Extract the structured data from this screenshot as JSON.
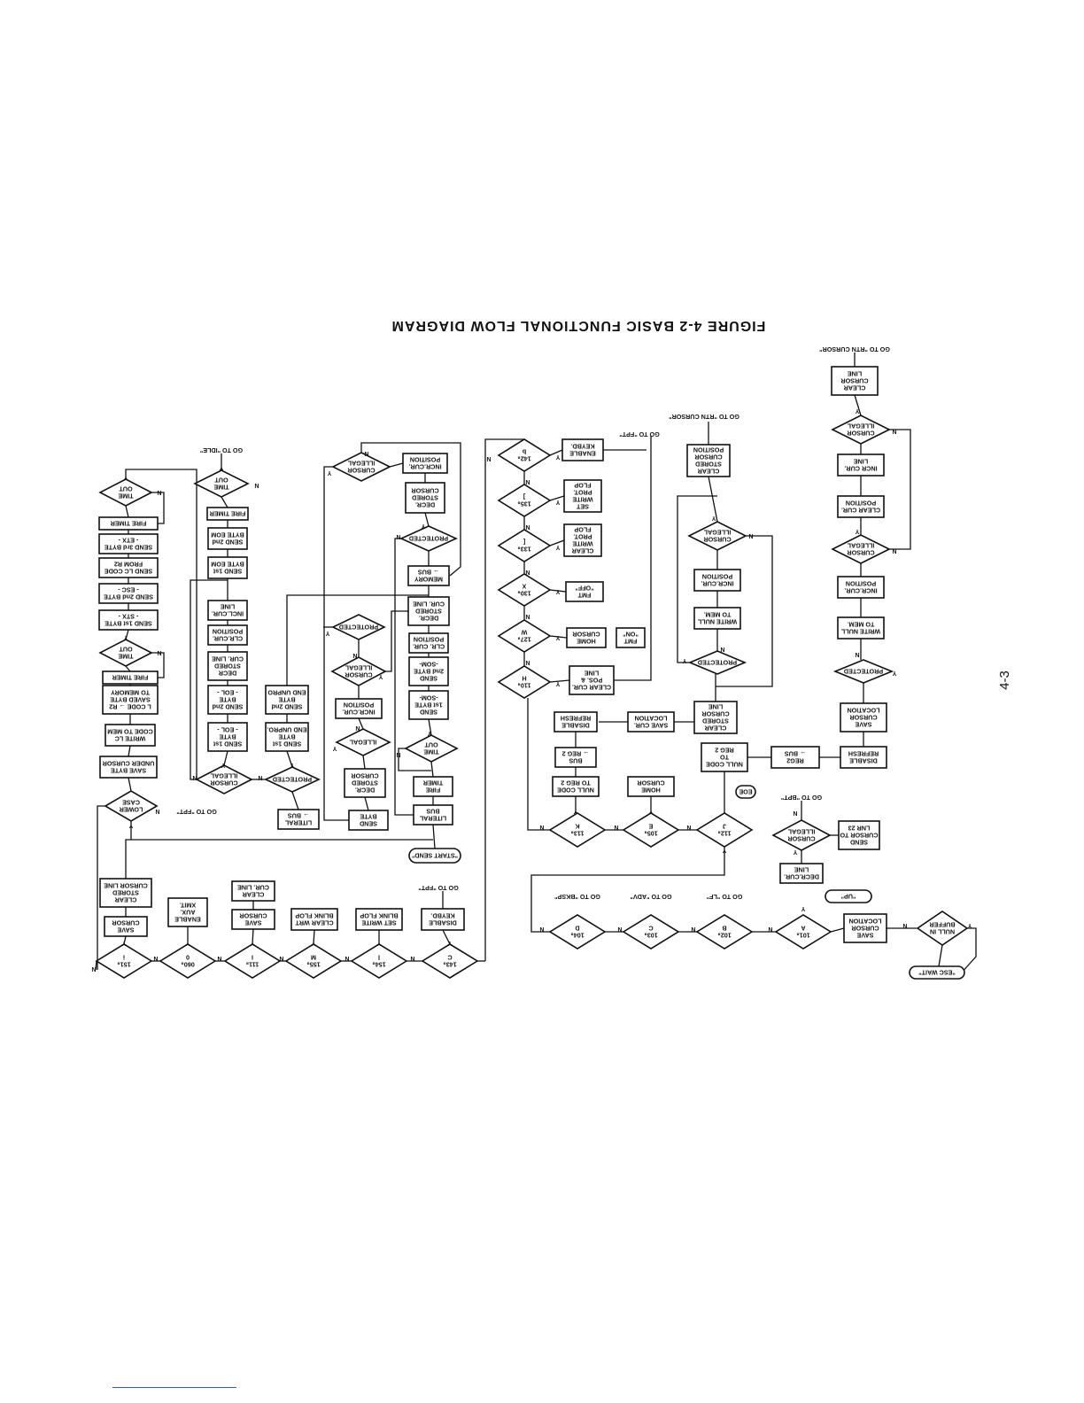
{
  "page": {
    "title": "FIGURE 4-2   BASIC FUNCTIONAL FLOW DIAGRAM",
    "page_number": "4-3"
  },
  "terminals": [
    {
      "id": "esc-wait",
      "text": "\"ESC WAIT\""
    },
    {
      "id": "up",
      "text": "\"UP\""
    },
    {
      "id": "start-send",
      "text": "\"START SEND\""
    },
    {
      "id": "eoe",
      "text": "EOE"
    }
  ],
  "goto": [
    {
      "id": "goto-rtn-cursor-1",
      "text": "GO TO \"RTN CURSOR\""
    },
    {
      "id": "goto-rtn-cursor-2",
      "text": "GO TO \"RTN CURSOR\""
    },
    {
      "id": "goto-fpt-1",
      "text": "GO TO \"FPT\""
    },
    {
      "id": "goto-bpt",
      "text": "GO TO \"BPT\""
    },
    {
      "id": "goto-lf",
      "text": "GO TO \"LF\""
    },
    {
      "id": "goto-adv",
      "text": "GO TO \"ADV\""
    },
    {
      "id": "goto-bksp",
      "text": "GO TO \"BKSP\""
    },
    {
      "id": "goto-fpt-2",
      "text": "GO TO \"FPT\""
    },
    {
      "id": "goto-fpt-3",
      "text": "GO TO \"FPT\""
    },
    {
      "id": "goto-idle",
      "text": "GO TO \"IDLE\""
    }
  ],
  "decisions": [
    {
      "id": "d-null-buffer",
      "lines": [
        "NULL IN",
        "BUFFER"
      ]
    },
    {
      "id": "d-101",
      "lines": [
        "101₈",
        "A"
      ]
    },
    {
      "id": "d-102",
      "lines": [
        "102₈",
        "B"
      ]
    },
    {
      "id": "d-103",
      "lines": [
        "103₈",
        "C"
      ]
    },
    {
      "id": "d-104",
      "lines": [
        "104₈",
        "D"
      ]
    },
    {
      "id": "d-112",
      "lines": [
        "112₈",
        "J"
      ]
    },
    {
      "id": "d-105",
      "lines": [
        "105₈",
        "E"
      ]
    },
    {
      "id": "d-113",
      "lines": [
        "113₈",
        "K"
      ]
    },
    {
      "id": "d-cursor-illegal-up",
      "lines": [
        "CURSOR",
        "ILLEGAL"
      ]
    },
    {
      "id": "d-protected-r1",
      "lines": [
        "PROTECTED"
      ]
    },
    {
      "id": "d-cursor-illegal-r1a",
      "lines": [
        "CURSOR",
        "ILLEGAL"
      ]
    },
    {
      "id": "d-cursor-illegal-r1b",
      "lines": [
        "CURSOR",
        "ILLEGAL"
      ]
    },
    {
      "id": "d-protected-r2",
      "lines": [
        "PROTECTED"
      ]
    },
    {
      "id": "d-cursor-illegal-r2",
      "lines": [
        "CURSOR",
        "ILLEGAL"
      ]
    },
    {
      "id": "d-110",
      "lines": [
        "110₈",
        "H"
      ]
    },
    {
      "id": "d-127",
      "lines": [
        "127₈",
        "W"
      ]
    },
    {
      "id": "d-130",
      "lines": [
        "130₈",
        "X"
      ]
    },
    {
      "id": "d-133",
      "lines": [
        "133₈",
        "["
      ]
    },
    {
      "id": "d-135",
      "lines": [
        "135₈",
        "]"
      ]
    },
    {
      "id": "d-142",
      "lines": [
        "142₈",
        "b"
      ]
    },
    {
      "id": "d-143",
      "lines": [
        "143₈",
        "C"
      ]
    },
    {
      "id": "d-154",
      "lines": [
        "154₈",
        "l"
      ]
    },
    {
      "id": "d-155",
      "lines": [
        "155₈",
        "M"
      ]
    },
    {
      "id": "d-111",
      "lines": [
        "111₈",
        "I"
      ]
    },
    {
      "id": "d-060",
      "lines": [
        "060₈",
        "0"
      ]
    },
    {
      "id": "d-151",
      "lines": [
        "151₈",
        "i"
      ]
    },
    {
      "id": "d-time-out-send",
      "lines": [
        "TIME",
        "OUT"
      ]
    },
    {
      "id": "d-protected-send",
      "lines": [
        "PROTECTED"
      ]
    },
    {
      "id": "d-cursor-illegal-send",
      "lines": [
        "CURSOR",
        "ILLEGAL"
      ]
    },
    {
      "id": "d-illegal-m1",
      "lines": [
        "ILLEGAL"
      ]
    },
    {
      "id": "d-cursor-illegal-m2",
      "lines": [
        "CURSOR",
        "ILLEGAL"
      ]
    },
    {
      "id": "d-protected-m3",
      "lines": [
        "PROTECTED"
      ]
    },
    {
      "id": "d-protected-m4",
      "lines": [
        "PROTECTED"
      ]
    },
    {
      "id": "d-cursor-illegal-m5",
      "lines": [
        "CURSOR",
        "ILLEGAL"
      ]
    },
    {
      "id": "d-time-out-m6",
      "lines": [
        "TIME",
        "OUT"
      ]
    },
    {
      "id": "d-lower-case",
      "lines": [
        "LOWER",
        "CASE"
      ]
    },
    {
      "id": "d-time-out-l1",
      "lines": [
        "TIME",
        "OUT"
      ]
    },
    {
      "id": "d-time-out-l2",
      "lines": [
        "TIME",
        "OUT"
      ]
    }
  ],
  "processes": [
    {
      "id": "p-save-cursor-location",
      "lines": [
        "SAVE",
        "CURSOR",
        "LOCATION"
      ]
    },
    {
      "id": "p-decr-cur-line",
      "lines": [
        "DECR.CUR.",
        "LINE"
      ]
    },
    {
      "id": "p-send-cursor-lnr23",
      "lines": [
        "SEND",
        "CURSOR TO",
        "LNR 23"
      ]
    },
    {
      "id": "p-home-cursor",
      "lines": [
        "HOME",
        "CURSOR"
      ]
    },
    {
      "id": "p-null-code-reg2-a",
      "lines": [
        "NULL CODE",
        "TO REG 2"
      ]
    },
    {
      "id": "p-bus-reg2",
      "lines": [
        "BUS",
        "→ REG 2"
      ]
    },
    {
      "id": "p-disable-refresh-a",
      "lines": [
        "DISABLE",
        "REFRESH"
      ]
    },
    {
      "id": "p-save-cur-location",
      "lines": [
        "SAVE CUR.",
        "LOCATION"
      ]
    },
    {
      "id": "p-clear-stored-cursor-line-a",
      "lines": [
        "CLEAR",
        "STORED",
        "CURSOR",
        "LINE"
      ]
    },
    {
      "id": "p-null-code-reg2-b",
      "lines": [
        "NULL CODE",
        "TO",
        "REG 2"
      ]
    },
    {
      "id": "p-reg2-bus",
      "lines": [
        "REG2",
        "→ BUS"
      ]
    },
    {
      "id": "p-disable-refresh-b",
      "lines": [
        "DISABLE",
        "REFRESH"
      ]
    },
    {
      "id": "p-save-cursor-location-b",
      "lines": [
        "SAVE",
        "CURSOR",
        "LOCATION"
      ]
    },
    {
      "id": "p-write-null-mem-a",
      "lines": [
        "WRITE NULL",
        "TO MEM."
      ]
    },
    {
      "id": "p-incr-cur-position-a",
      "lines": [
        "INCR.CUR.",
        "POSITION"
      ]
    },
    {
      "id": "p-clear-cur-position",
      "lines": [
        "CLEAR CUR.",
        "POSITION"
      ]
    },
    {
      "id": "p-incr-cur-line",
      "lines": [
        "INCR CUR.",
        "LINE"
      ]
    },
    {
      "id": "p-clear-cursor-line-top",
      "lines": [
        "CLEAR",
        "CURSOR",
        "LINE"
      ]
    },
    {
      "id": "p-write-null-mem-b",
      "lines": [
        "WRITE NULL",
        "TO MEM."
      ]
    },
    {
      "id": "p-incr-cur-position-b",
      "lines": [
        "INCR.CUR.",
        "POSITION"
      ]
    },
    {
      "id": "p-clear-stored-cursor-position",
      "lines": [
        "CLEAR",
        "STORED",
        "CURSOR",
        "POSITION"
      ]
    },
    {
      "id": "p-clear-cur-pos-line",
      "lines": [
        "CLEAR CUR.",
        "POS. &",
        "LINE"
      ]
    },
    {
      "id": "p-fmt-on",
      "lines": [
        "FMT",
        "\"ON\""
      ]
    },
    {
      "id": "p-home-cursor-b",
      "lines": [
        "HOME",
        "CURSOR"
      ]
    },
    {
      "id": "p-fmt-off",
      "lines": [
        "FMT",
        "\"OFF\""
      ]
    },
    {
      "id": "p-clear-write-prot-flop",
      "lines": [
        "CLEAR",
        "WRITE",
        "PROT.",
        "FLOP"
      ]
    },
    {
      "id": "p-set-write-prot-flop",
      "lines": [
        "SET",
        "WRITE",
        "PROT.",
        "FLOP"
      ]
    },
    {
      "id": "p-enable-keybd",
      "lines": [
        "ENABLE",
        "KEYBD."
      ]
    },
    {
      "id": "p-disable-keybd",
      "lines": [
        "DISABLE",
        "KEYBD."
      ]
    },
    {
      "id": "p-set-write-blink-flop",
      "lines": [
        "SET WRITE",
        "BLINK FLOP"
      ]
    },
    {
      "id": "p-clear-write-blink-flop",
      "lines": [
        "CLEAR WRT",
        "BLINK FLOP"
      ]
    },
    {
      "id": "p-save-cursor",
      "lines": [
        "SAVE",
        "CURSOR"
      ]
    },
    {
      "id": "p-clear-cur-line",
      "lines": [
        "CLEAR",
        "CUR. LINE"
      ]
    },
    {
      "id": "p-enable-aux-xmit",
      "lines": [
        "ENABLE",
        "AUX.",
        "XMIT."
      ]
    },
    {
      "id": "p-save-cursor-b",
      "lines": [
        "SAVE",
        "CURSOR"
      ]
    },
    {
      "id": "p-clear-stored-cursor-line-b",
      "lines": [
        "CLEAR",
        "STORED",
        "CURSOR LINE"
      ]
    },
    {
      "id": "p-literal-bus-a",
      "lines": [
        "LITERAL",
        "BUS"
      ]
    },
    {
      "id": "p-fire-timer-a",
      "lines": [
        "FIRE",
        "TIMER"
      ]
    },
    {
      "id": "p-send-1st-byte-som",
      "lines": [
        "SEND",
        "1st BYTE",
        "-SOM-"
      ]
    },
    {
      "id": "p-send-2nd-byte-som",
      "lines": [
        "SEND",
        "2nd BYTE",
        "-SOM-"
      ]
    },
    {
      "id": "p-clr-cur-position",
      "lines": [
        "CLR. CUR.",
        "POSITION"
      ]
    },
    {
      "id": "p-decr-stored-cur-line",
      "lines": [
        "DECR.",
        "STORED",
        "CUR. LINE"
      ]
    },
    {
      "id": "p-memory-bus",
      "lines": [
        "MEMORY",
        "→ BUS"
      ]
    },
    {
      "id": "p-decr-stored-cursor",
      "lines": [
        "DECR.",
        "STORED",
        "CURSOR"
      ]
    },
    {
      "id": "p-incr-cur-position-c",
      "lines": [
        "INCR.CUR.",
        "POSITION"
      ]
    },
    {
      "id": "p-send-byte",
      "lines": [
        "SEND",
        "BYTE"
      ]
    },
    {
      "id": "p-decr-stored-cursor-b",
      "lines": [
        "DECR.",
        "STORED",
        "CURSOR"
      ]
    },
    {
      "id": "p-incr-cur-position-d",
      "lines": [
        "INCR.CUR.",
        "POSITION"
      ]
    },
    {
      "id": "p-literal-bus-b",
      "lines": [
        "LITERAL",
        "→ BUS"
      ]
    },
    {
      "id": "p-send-1st-byte-end-unprot",
      "lines": [
        "SEND 1st",
        "BYTE",
        "END UNPRO."
      ]
    },
    {
      "id": "p-send-2nd-byte-end-unprot",
      "lines": [
        "SEND 2nd",
        "BYTE",
        "END UNPRO"
      ]
    },
    {
      "id": "p-send-1st-byte-eol",
      "lines": [
        "SEND 1st",
        "BYTE",
        "- EOL -"
      ]
    },
    {
      "id": "p-send-2nd-byte-eol",
      "lines": [
        "SEND 2nd",
        "BYTE",
        "- EOL -"
      ]
    },
    {
      "id": "p-decr-stored-cur-line-b",
      "lines": [
        "DECR",
        "STORED",
        "CUR. LINE"
      ]
    },
    {
      "id": "p-clr-cur-position-b",
      "lines": [
        "CLR.CUR.",
        "POSITION"
      ]
    },
    {
      "id": "p-incl-cur-line",
      "lines": [
        "INCL.CUR.",
        "LINE"
      ]
    },
    {
      "id": "p-send-1st-byte-eom",
      "lines": [
        "SEND 1st",
        "BYTE EOM"
      ]
    },
    {
      "id": "p-send-2nd-byte-eom",
      "lines": [
        "SEND 2nd",
        "BYTE EOM"
      ]
    },
    {
      "id": "p-fire-timer-b",
      "lines": [
        "FIRE TIMER"
      ]
    },
    {
      "id": "p-save-byte-under-cursor",
      "lines": [
        "SAVE BYTE",
        "UNDER CURSOR"
      ]
    },
    {
      "id": "p-write-lc-code-mem",
      "lines": [
        "WRITE LC",
        "CODE TO MEM"
      ]
    },
    {
      "id": "p-lcode-r2-saved-byte",
      "lines": [
        "L CODE → R2",
        "SAVED BYTE",
        "TO MEMORY"
      ]
    },
    {
      "id": "p-fire-timer-c",
      "lines": [
        "FIRE TIMER"
      ]
    },
    {
      "id": "p-send-1st-byte-stx",
      "lines": [
        "SEND 1st BYTE",
        "- STX -"
      ]
    },
    {
      "id": "p-send-2nd-byte-esc",
      "lines": [
        "SEND 2nd BYTE",
        "- ESC -"
      ]
    },
    {
      "id": "p-send-lc-code-r2",
      "lines": [
        "SEND LC CODE",
        "FROM R2"
      ]
    },
    {
      "id": "p-send-3rd-byte-etx",
      "lines": [
        "SEND 3rd BYTE",
        "- ETX -"
      ]
    },
    {
      "id": "p-fire-timer-d",
      "lines": [
        "FIRE TIMER"
      ]
    }
  ],
  "edge_labels": {
    "yes": "Y",
    "no": "N"
  }
}
